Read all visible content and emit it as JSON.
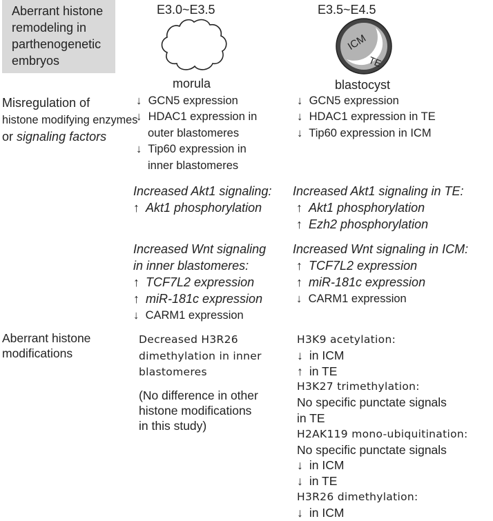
{
  "title": [
    "Aberrant histone",
    "remodeling in",
    "parthenogenetic",
    "embryos"
  ],
  "stages": {
    "morula": {
      "range": "E3.0~E3.5",
      "label": "morula"
    },
    "blastocyst": {
      "range": "E3.5~E4.5",
      "label": "blastocyst",
      "icm_label": "ICM",
      "te_label": "TE"
    }
  },
  "row_labels": {
    "misregulation": [
      "Misregulation of",
      "histone modifying enzymes"
    ],
    "misregulation_or": "or",
    "misregulation_signal": "signaling factors",
    "modifications": [
      "Aberrant histone",
      "modifications"
    ]
  },
  "symbols": {
    "down": "↓",
    "up": "↑"
  },
  "morula": {
    "enzymes": [
      {
        "arrow": "down",
        "text": "GCN5 expression"
      },
      {
        "arrow": "down",
        "text": "HDAC1 expression in"
      },
      {
        "arrow": "",
        "text": "outer blastomeres"
      },
      {
        "arrow": "down",
        "text": "Tip60 expression in"
      },
      {
        "arrow": "",
        "text": "inner blastomeres"
      }
    ],
    "akt_heading": "Increased Akt1 signaling:",
    "akt": [
      {
        "arrow": "up",
        "text": "Akt1 phosphorylation"
      }
    ],
    "wnt_heading": [
      "Increased Wnt signaling",
      "in inner blastomeres:"
    ],
    "wnt": [
      {
        "arrow": "up",
        "text": "TCF7L2 expression",
        "italic": true
      },
      {
        "arrow": "up",
        "text": "miR-181c expression",
        "italic": true
      },
      {
        "arrow": "down",
        "text": "CARM1 expression",
        "italic": false
      }
    ],
    "modifications": [
      "Decreased H3R26",
      "dimethylation in inner",
      "blastomeres"
    ],
    "note": [
      "(No difference in other",
      "histone modifications",
      "in this study)"
    ]
  },
  "blastocyst": {
    "enzymes": [
      {
        "arrow": "down",
        "text": "GCN5 expression"
      },
      {
        "arrow": "down",
        "text": "HDAC1 expression in TE"
      },
      {
        "arrow": "down",
        "text": "Tip60 expression in ICM"
      }
    ],
    "akt_heading": "Increased Akt1 signaling in TE:",
    "akt": [
      {
        "arrow": "up",
        "text": "Akt1 phosphorylation"
      },
      {
        "arrow": "up",
        "text": "Ezh2 phosphorylation"
      }
    ],
    "wnt_heading": "Increased Wnt signaling in ICM:",
    "wnt": [
      {
        "arrow": "up",
        "text": "TCF7L2 expression",
        "italic": true
      },
      {
        "arrow": "up",
        "text": "miR-181c expression",
        "italic": true
      },
      {
        "arrow": "down",
        "text": "CARM1 expression",
        "italic": false
      }
    ],
    "modifications": [
      {
        "kind": "head",
        "text": "H3K9 acetylation:"
      },
      {
        "kind": "item",
        "arrow": "down",
        "text": "in ICM"
      },
      {
        "kind": "item",
        "arrow": "up",
        "text": "in TE"
      },
      {
        "kind": "head",
        "text": "H3K27 trimethylation:"
      },
      {
        "kind": "item",
        "arrow": "",
        "text": "No specific punctate signals"
      },
      {
        "kind": "item",
        "arrow": "",
        "text": "in TE"
      },
      {
        "kind": "head",
        "text": "H2AK119 mono-ubiquitination:"
      },
      {
        "kind": "item",
        "arrow": "",
        "text": "No specific punctate signals"
      },
      {
        "kind": "item",
        "arrow": "down",
        "text": "in ICM"
      },
      {
        "kind": "item",
        "arrow": "down",
        "text": "in TE"
      },
      {
        "kind": "head",
        "text": "H3R26 dimethylation:"
      },
      {
        "kind": "item",
        "arrow": "down",
        "text": "in ICM"
      }
    ]
  }
}
